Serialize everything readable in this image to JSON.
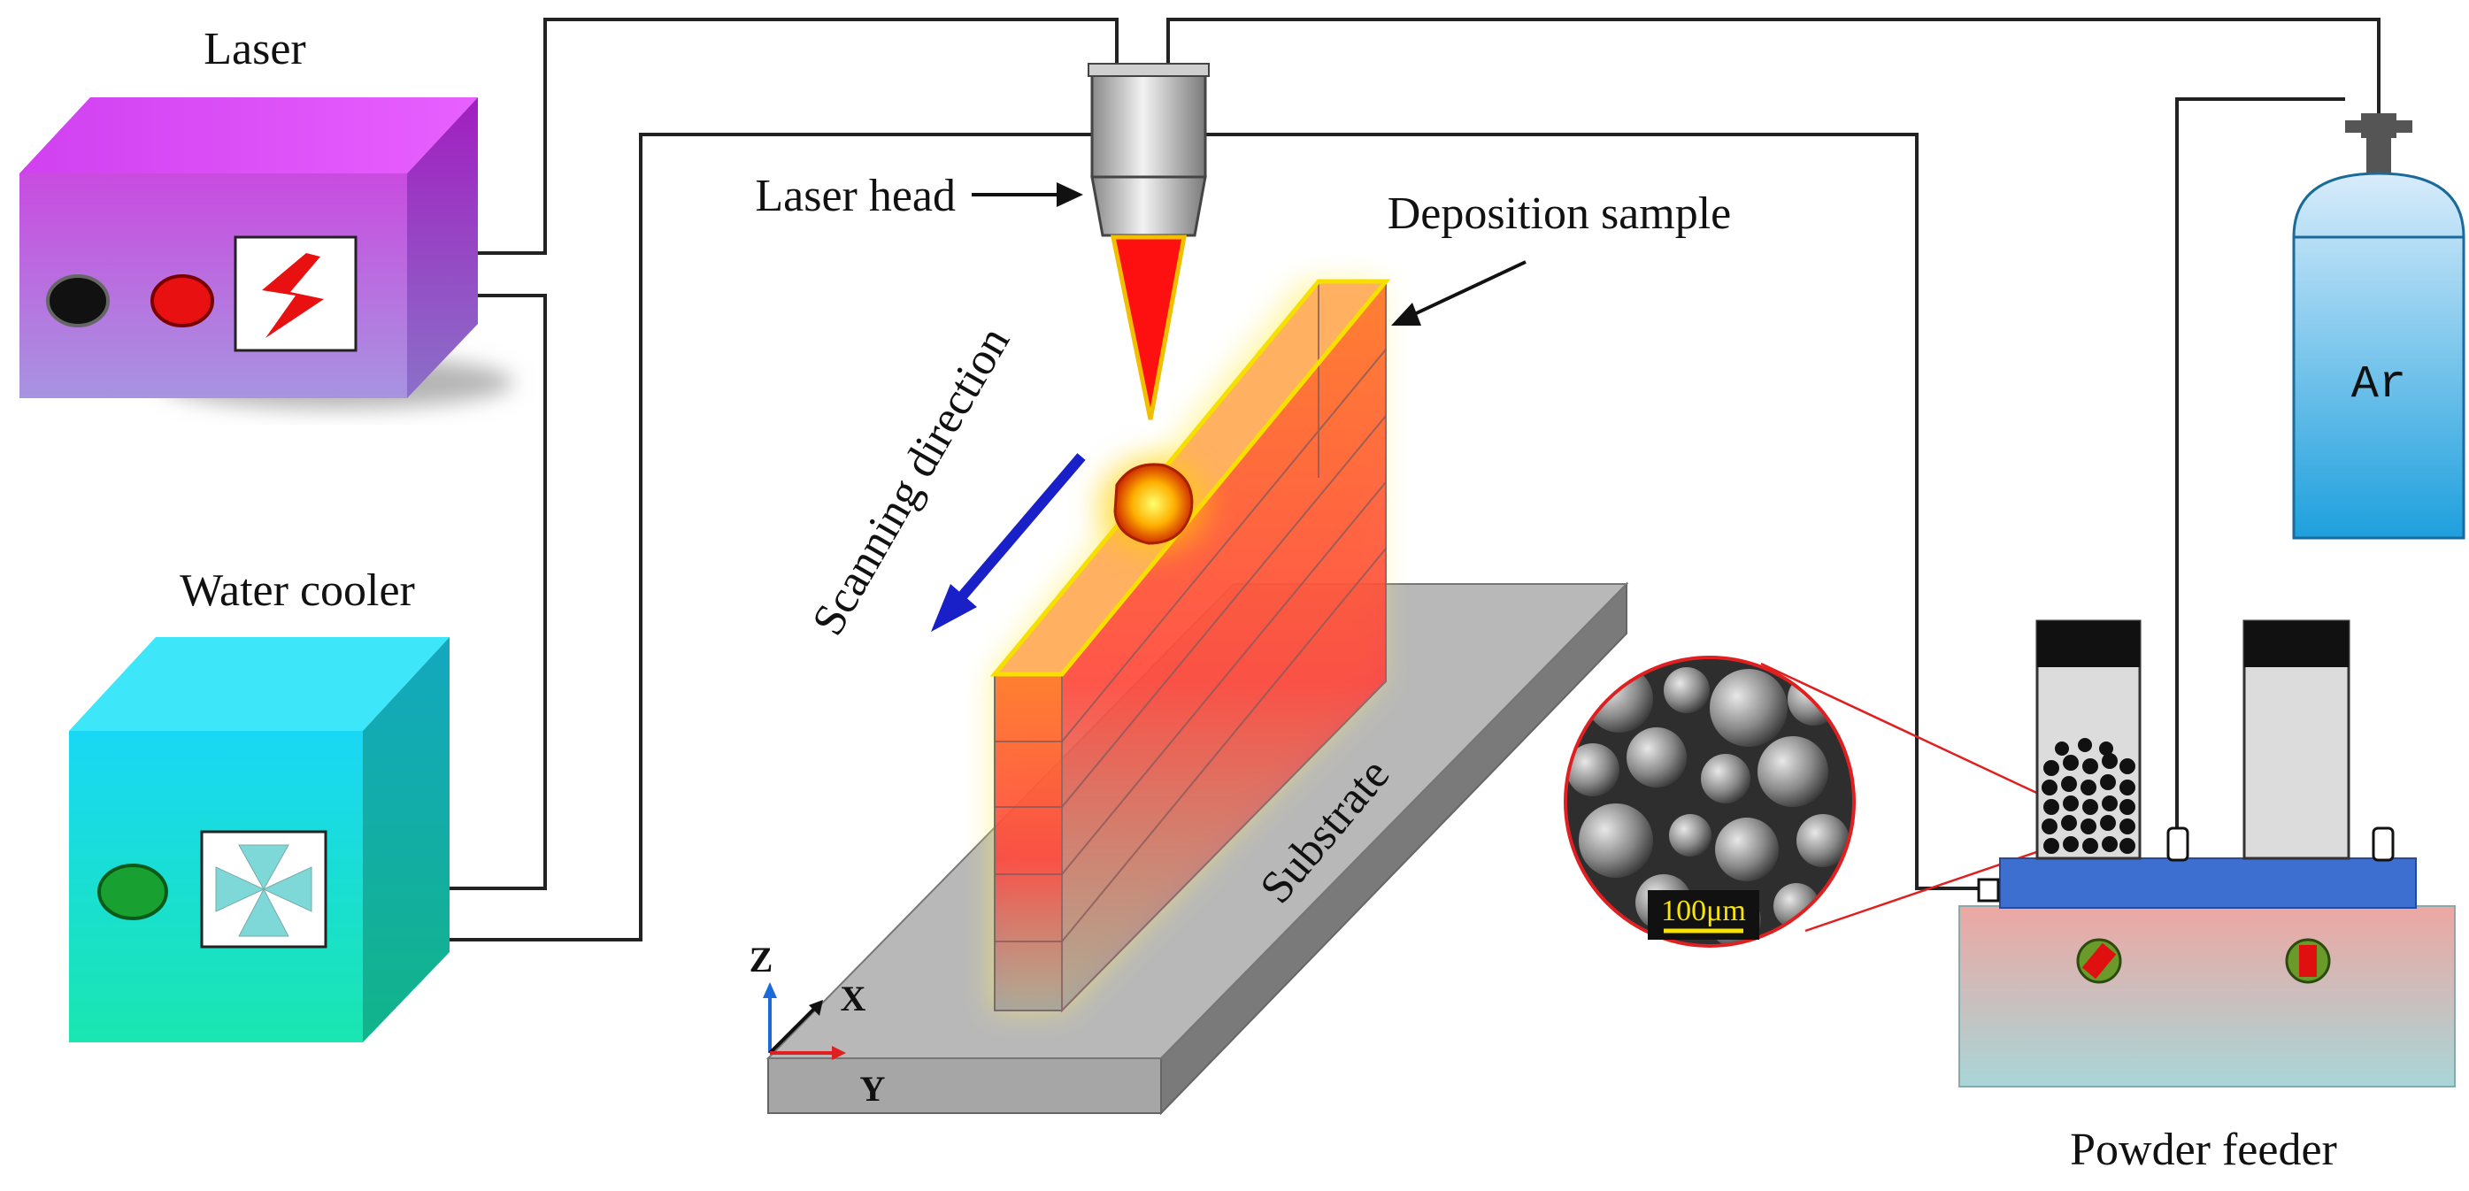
{
  "labels": {
    "laser": "Laser",
    "water_cooler": "Water cooler",
    "laser_head": "Laser head",
    "deposition_sample": "Deposition sample",
    "scanning_direction": "Scanning direction",
    "substrate": "Substrate",
    "powder_feeder": "Powder feeder",
    "gas": "Ar",
    "scale_bar": "100μm"
  },
  "axes": {
    "z": "Z",
    "x": "X",
    "y": "Y"
  },
  "icons": {
    "laser_panel": "lightning-bolt-icon",
    "cooler_panel": "fan-icon",
    "powder_inset": "sem-powder-micrograph"
  },
  "colors": {
    "laser_box": "#c03bd8",
    "cooler_box": "#2ed4ea",
    "beam": "#ff1a1a",
    "scan_arrow": "#1a20c8",
    "ar_bottle": "#2aa9e0",
    "feeder_top": "#3d6fd0",
    "feeder_body": "#e8a8a0"
  }
}
